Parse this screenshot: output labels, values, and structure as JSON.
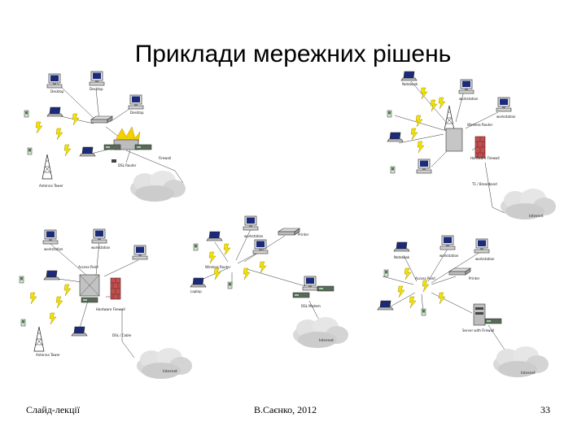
{
  "slide": {
    "title": "Приклади мережних рішень",
    "footer_left": "Слайд-лекції",
    "footer_center": "В.Саєнко, 2012",
    "page_number": "33"
  },
  "icons": [
    "workstation-icon",
    "laptop-icon",
    "pda-icon",
    "lightning-icon",
    "antenna-tower-icon",
    "router-icon",
    "firewall-icon",
    "cloud-icon"
  ]
}
